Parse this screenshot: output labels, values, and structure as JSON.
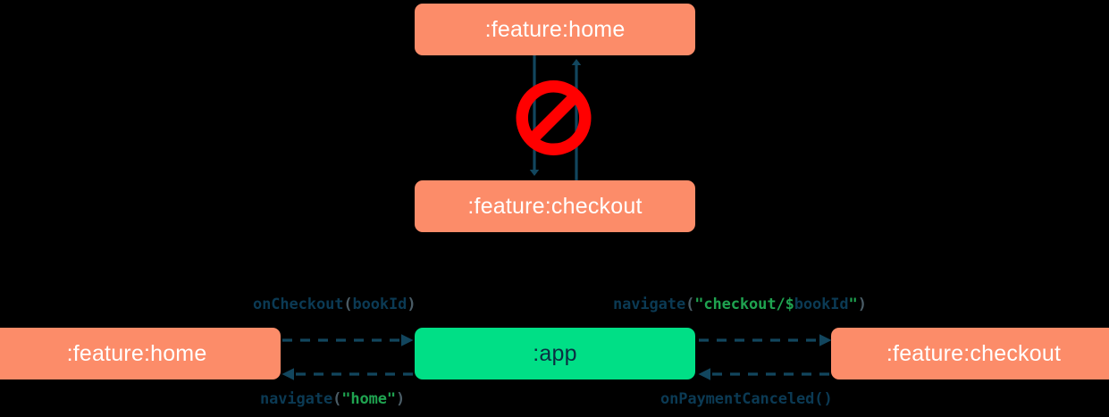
{
  "diagram": {
    "title": "module navigation dependency diagram",
    "colors": {
      "module_feature": "#FC8C69",
      "module_app": "#00DF86",
      "arrow": "#12465E",
      "forbidden": "#FF0000",
      "label_identifier": "#0B3A54",
      "label_string": "#1FA350",
      "label_punctuation": "#4A5C66",
      "background": "#000000"
    },
    "top_section": {
      "nodes": [
        {
          "id": "home-top",
          "label": ":feature:home",
          "kind": "feature-module"
        },
        {
          "id": "checkout-top",
          "label": ":feature:checkout",
          "kind": "feature-module"
        }
      ],
      "edges": [
        {
          "from": "home-top",
          "to": "checkout-top",
          "direction": "down",
          "style": "solid"
        },
        {
          "from": "checkout-top",
          "to": "home-top",
          "direction": "up",
          "style": "solid"
        }
      ],
      "badge": {
        "name": "prohibited-sign",
        "glyph": "no-entry",
        "meaning": "forbidden direct dependency"
      }
    },
    "bottom_section": {
      "nodes": [
        {
          "id": "home-bottom",
          "label": ":feature:home",
          "kind": "feature-module"
        },
        {
          "id": "app",
          "label": ":app",
          "kind": "app-module"
        },
        {
          "id": "checkout-bottom",
          "label": ":feature:checkout",
          "kind": "feature-module"
        }
      ],
      "edges": [
        {
          "id": "home-to-app",
          "from": "home-bottom",
          "to": "app",
          "direction": "right",
          "style": "dashed",
          "label": {
            "identifier": "onCheckout",
            "open": "(",
            "arg": "bookId",
            "close": ")"
          }
        },
        {
          "id": "app-to-checkout",
          "from": "app",
          "to": "checkout-bottom",
          "direction": "right",
          "style": "dashed",
          "label": {
            "identifier": "navigate",
            "open": "(",
            "string_start": "\"checkout/",
            "interp_sigil": "$",
            "interp_name": "bookId",
            "string_end": "\"",
            "close": ")"
          }
        },
        {
          "id": "app-to-home",
          "from": "app",
          "to": "home-bottom",
          "direction": "left",
          "style": "dashed",
          "label": {
            "identifier": "navigate",
            "open": "(",
            "string": "\"home\"",
            "close": ")"
          }
        },
        {
          "id": "checkout-to-app",
          "from": "checkout-bottom",
          "to": "app",
          "direction": "left",
          "style": "dashed",
          "label": {
            "identifier": "onPaymentCanceled",
            "open": "(",
            "close": ")"
          }
        }
      ]
    }
  }
}
